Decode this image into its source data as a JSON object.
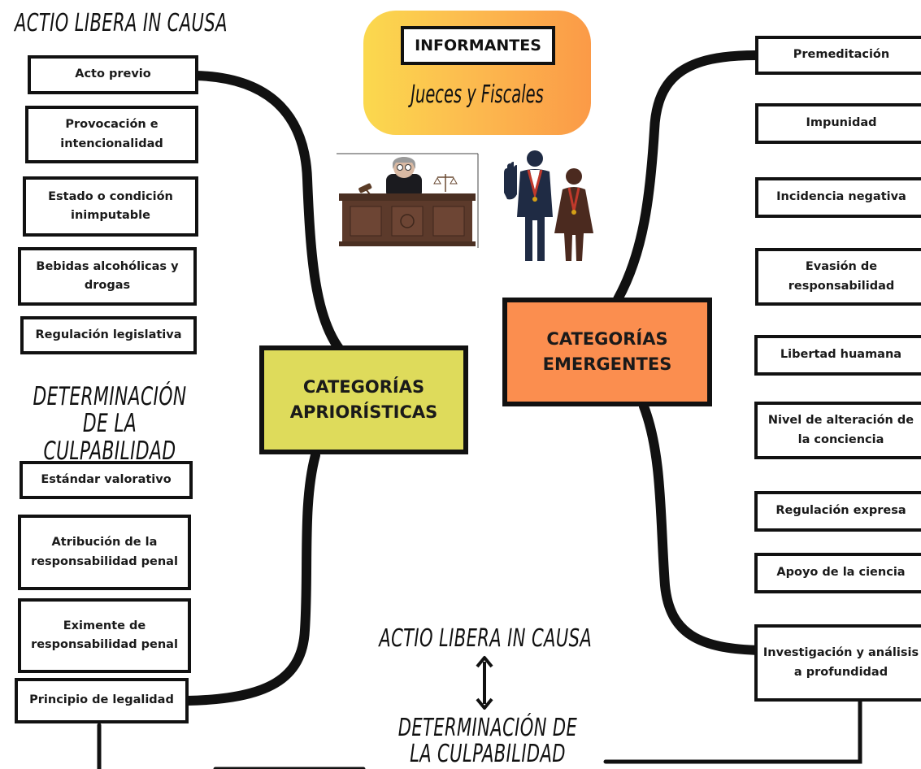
{
  "informants": {
    "title": "INFORMANTES",
    "subtitle": "Jueces y Fiscales"
  },
  "left": {
    "heading1": "ACTIO LIBERA IN CAUSA",
    "group1": [
      "Acto previo",
      "Provocación e intencionalidad",
      "Estado o condición inimputable",
      "Bebidas alcohólicas y drogas",
      "Regulación legislativa"
    ],
    "heading2": "DETERMINACIÓN DE LA CULPABILIDAD",
    "group2": [
      "Estándar valorativo",
      "Atribución de la responsabilidad penal",
      "Eximente de responsabilidad penal",
      "Principio de legalidad"
    ]
  },
  "center": {
    "apriori": "CATEGORÍAS APRIORÍSTICAS",
    "emergent": "CATEGORÍAS EMERGENTES",
    "bottom_top": "ACTIO LIBERA IN CAUSA",
    "bottom_bottom": "DETERMINACIÓN DE LA CULPABILIDAD"
  },
  "right": {
    "items": [
      "Premeditación",
      "Impunidad",
      "Incidencia negativa",
      "Evasión de responsabilidad",
      "Libertad huamana",
      "Nivel de alteración de la conciencia",
      "Regulación expresa",
      "Apoyo de la ciencia",
      "Investigación y análisis a profundidad"
    ]
  },
  "colors": {
    "apriori_fill": "#dedb5b",
    "emergent_fill": "#fb8e4f",
    "informants_gradient_start": "#fbd94e",
    "informants_gradient_end": "#fb9a47",
    "line": "#111111"
  },
  "icons": [
    "judge-at-bench-icon",
    "prosecutors-icon",
    "double-arrow-icon"
  ]
}
